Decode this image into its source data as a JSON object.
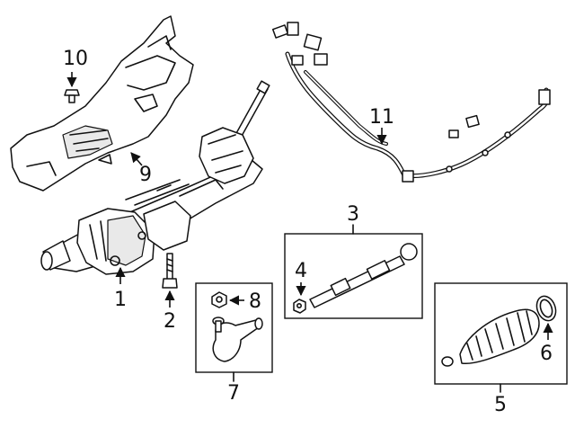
{
  "diagram": {
    "callouts": [
      {
        "id": "1",
        "label": "1"
      },
      {
        "id": "2",
        "label": "2"
      },
      {
        "id": "3",
        "label": "3"
      },
      {
        "id": "4",
        "label": "4"
      },
      {
        "id": "5",
        "label": "5"
      },
      {
        "id": "6",
        "label": "6"
      },
      {
        "id": "7",
        "label": "7"
      },
      {
        "id": "8",
        "label": "8"
      },
      {
        "id": "9",
        "label": "9"
      },
      {
        "id": "10",
        "label": "10"
      },
      {
        "id": "11",
        "label": "11"
      }
    ]
  },
  "colors": {
    "line": "#111111",
    "background": "#ffffff"
  }
}
